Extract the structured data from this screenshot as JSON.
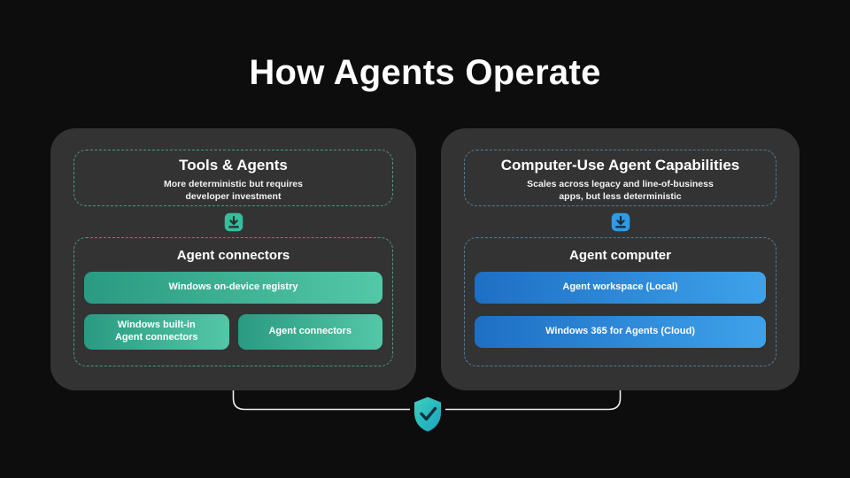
{
  "title": "How Agents Operate",
  "panels": {
    "left": {
      "header": {
        "title": "Tools & Agents",
        "subtitle": "More deterministic but requires\ndeveloper investment"
      },
      "flow_icon": "download-arrow-icon",
      "group": {
        "title": "Agent connectors",
        "chips": [
          {
            "label": "Windows on-device registry"
          },
          {
            "label": "Windows built-in\nAgent connectors"
          },
          {
            "label": "Agent connectors"
          }
        ]
      },
      "accent_color": "#3BBF9E"
    },
    "right": {
      "header": {
        "title": "Computer-Use Agent Capabilities",
        "subtitle": "Scales across legacy and line-of-business\napps, but less deterministic"
      },
      "flow_icon": "download-arrow-icon",
      "group": {
        "title": "Agent computer",
        "chips": [
          {
            "label": "Agent workspace (Local)"
          },
          {
            "label": "Windows 365 for Agents (Cloud)"
          }
        ]
      },
      "accent_color": "#2E9BE6"
    }
  },
  "footer": {
    "icon": "shield-check-icon"
  },
  "colors": {
    "background": "#0D0D0D",
    "panel": "#333333",
    "teal_gradient_start": "#2A9A82",
    "teal_gradient_end": "#53C8A7",
    "blue_gradient_start": "#1E6FC4",
    "blue_gradient_end": "#3EA2EA",
    "connector_line": "#EDEDED"
  }
}
